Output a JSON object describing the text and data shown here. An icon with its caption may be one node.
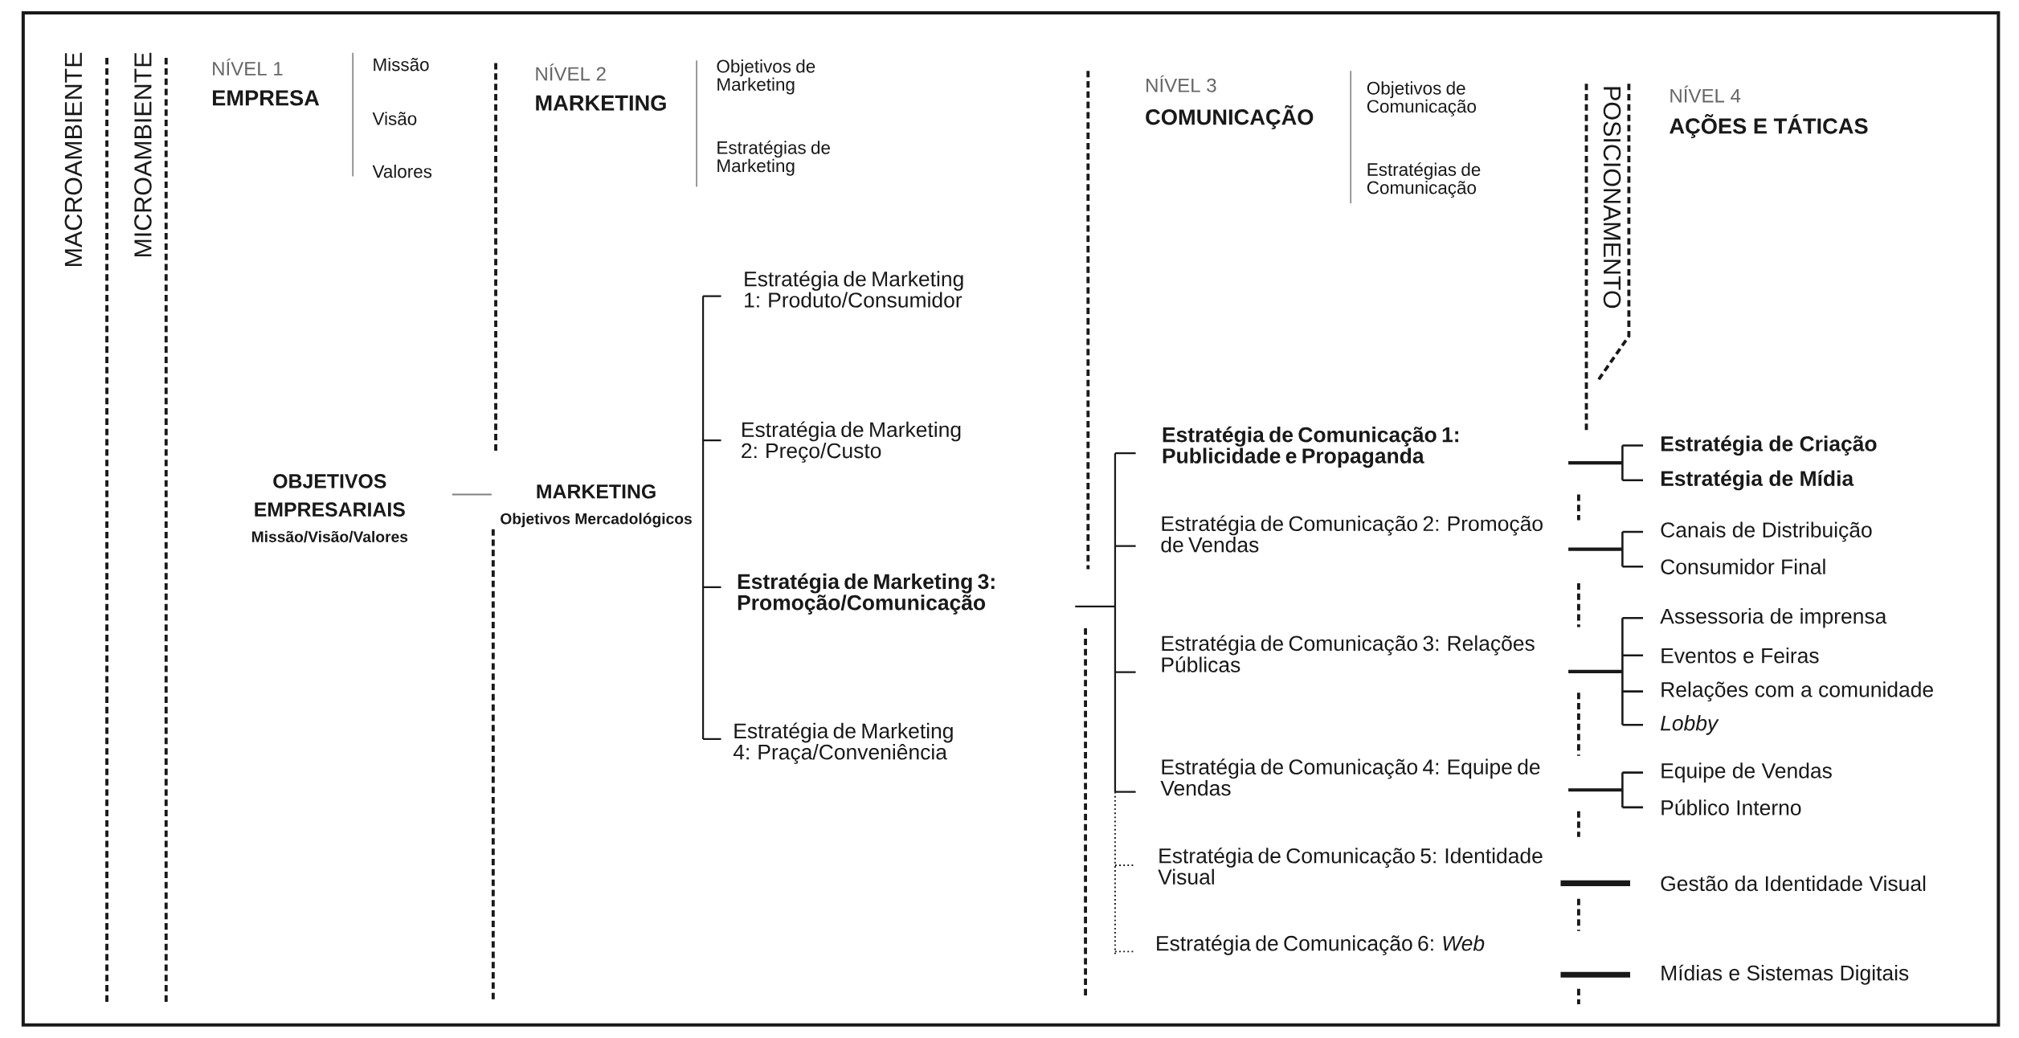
{
  "diagram": {
    "nodes": [
      {
        "text": [
          "OBJETIVOS EMPRESARIAIS",
          "Missão/Visão/Valores"
        ]
      },
      {
        "text": [
          "MARKETING",
          "Objetivos Mercadológicos"
        ]
      }
    ],
    "edges": [
      {
        "from": 0,
        "to": 1,
        "arrow": "none"
      }
    ],
    "labels": [
      "MACROAMBIENTE",
      "MICROAMBIENTE",
      "NÍVEL 1",
      "EMPRESA",
      "Missão",
      "Visão",
      "Valores",
      "NÍVEL 2",
      "MARKETING",
      "Objetivos de Marketing",
      "Estratégias de Marketing",
      "NÍVEL 3",
      "COMUNICAÇÃO",
      "Objetivos de Comunicação",
      "Estratégias de Comunicação",
      "POSICIONAMENTO",
      "NÍVEL 4",
      "AÇÕES E TÁTICAS",
      "Estratégia de Marketing 1: Produto/Consumidor",
      "Estratégia de Marketing 2: Preço/Custo",
      "Estratégia de Marketing 3: Promoção/Comunicação",
      "Estratégia de Marketing 4: Praça/Conveniência",
      "Estratégia de Comunicação 1: Publicidade e Propaganda",
      "Estratégia de Comunicação 2: Promoção de Vendas",
      "Estratégia de Comunicação 3: Relações Públicas",
      "Estratégia de Comunicação 4: Equipe de Vendas",
      "Estratégia de Comunicação 5: Identidade Visual",
      "Estratégia de Comunicação 6: *Web*",
      "Estratégia de Criação",
      "Estratégia de Mídia",
      "Canais de Distribuição",
      "Consumidor Final",
      "Assessoria de imprensa",
      "Eventos e Feiras",
      "Relações com a comunidade",
      "Lobby",
      "Equipe de Vendas",
      "Público Interno",
      "Gestão da Identidade Visual",
      "Mídias e Sistemas Digitais"
    ]
  }
}
